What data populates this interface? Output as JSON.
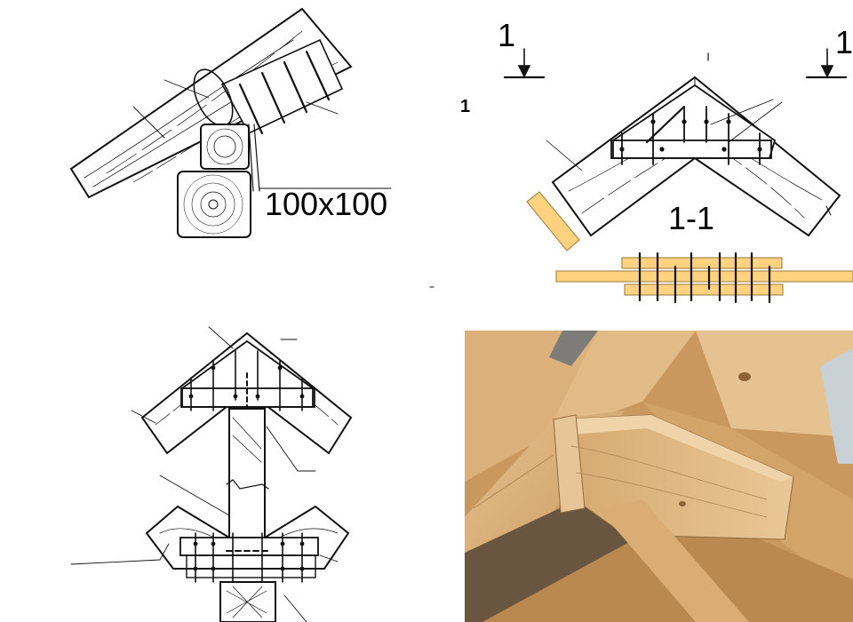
{
  "labels": {
    "size": "100x100",
    "section": "1-1",
    "cut_left": "1",
    "cut_right": "1",
    "small_mark": "1"
  },
  "colors": {
    "line": "#111111",
    "board_fill": "#ffd27f",
    "board_stroke": "#a88a4a",
    "photo_wood_light": "#e2b985",
    "photo_wood_mid": "#c99a5f",
    "photo_shadow": "#5b4a3a",
    "photo_sky": "#c9d1d6"
  }
}
